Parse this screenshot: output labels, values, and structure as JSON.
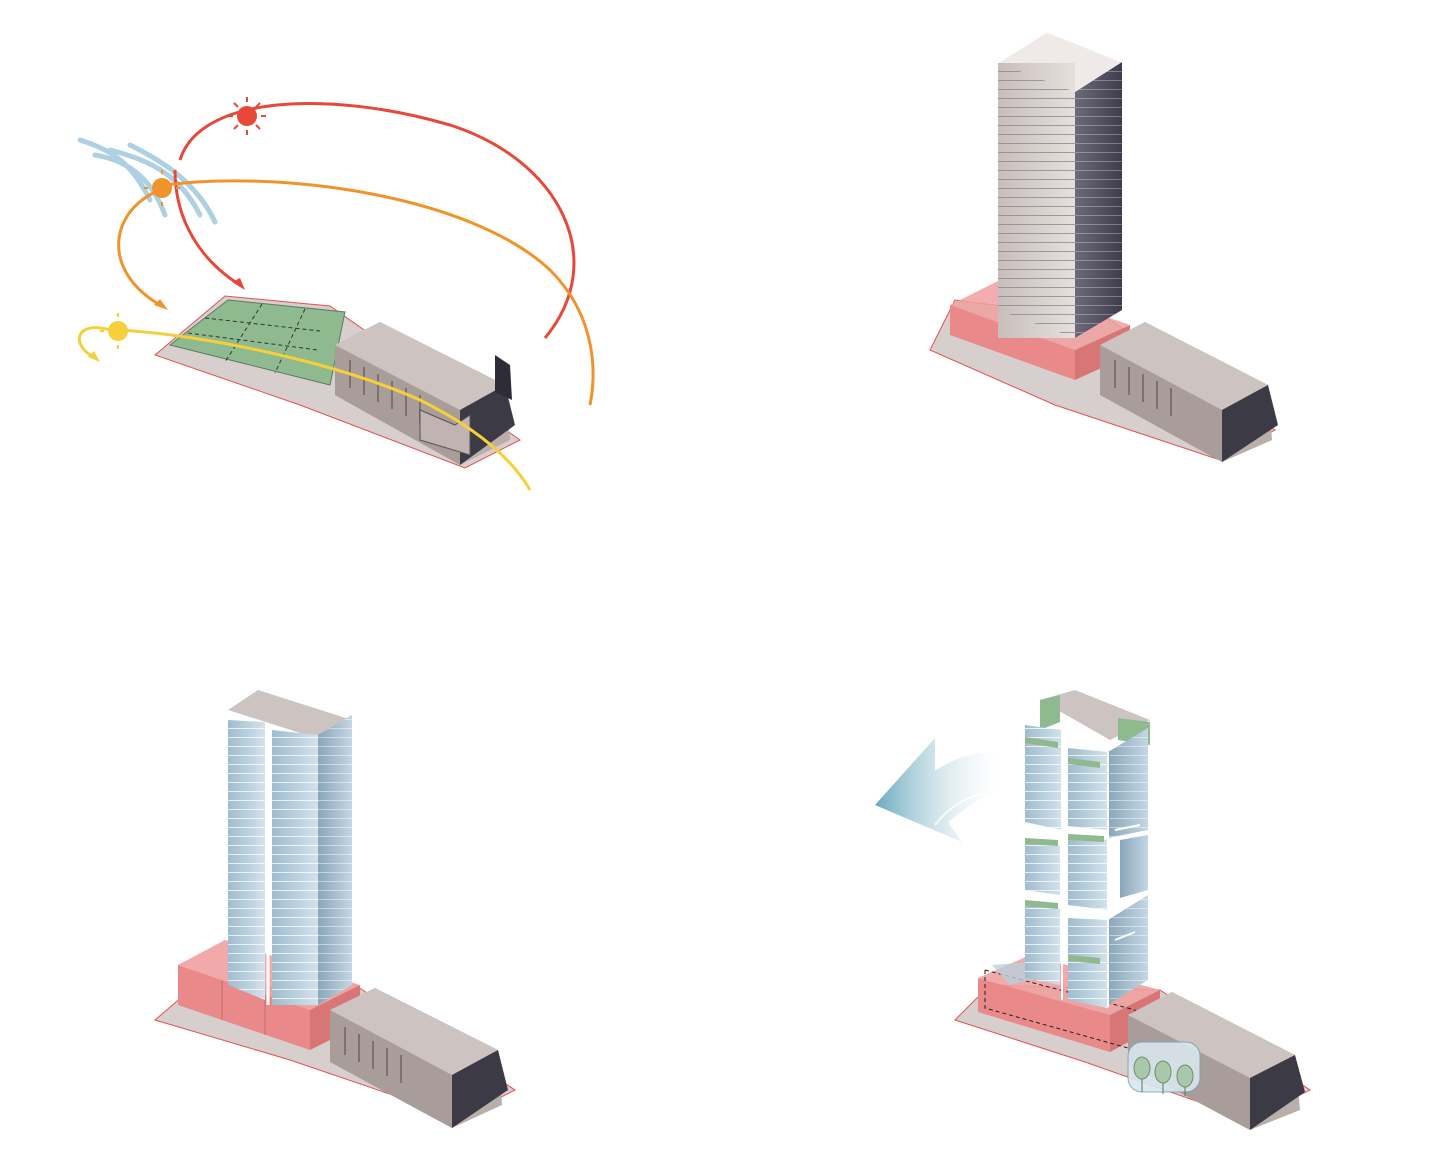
{
  "panels": [
    {
      "id": "site-analysis",
      "elements": [
        "sun-path-high",
        "sun-path-mid",
        "sun-path-low",
        "wind-arrows",
        "green-site-plot",
        "heritage-building"
      ]
    },
    {
      "id": "massing-volume",
      "elements": [
        "tower-mass",
        "podium",
        "heritage-building"
      ]
    },
    {
      "id": "split-tower",
      "elements": [
        "glass-tower-twin",
        "podium",
        "heritage-building"
      ]
    },
    {
      "id": "final-scheme",
      "elements": [
        "stacked-garden-tower",
        "wind-arrow",
        "podium",
        "heritage-building",
        "atrium-trees"
      ]
    }
  ],
  "colors": {
    "sun_high": "#e8483a",
    "sun_mid": "#f0932b",
    "sun_low": "#f5d03b",
    "wind": "#9fc9dd",
    "green": "#8fb98f",
    "podium": "#e98989",
    "heritage": "#b9aeaa",
    "glass": "#b9cfdd",
    "tower_grey": "#bfb5b2"
  }
}
